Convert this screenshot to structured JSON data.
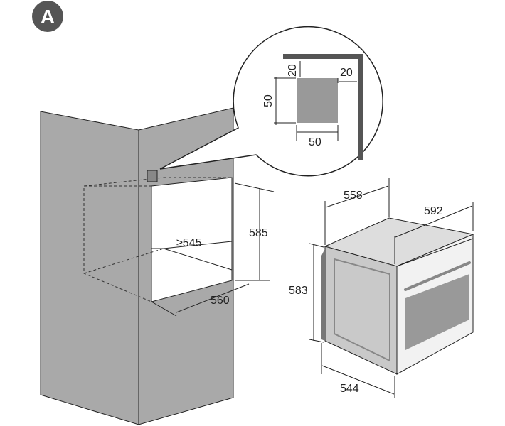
{
  "badge": {
    "label": "A",
    "color": "#555555"
  },
  "cabinet": {
    "height_label": "585",
    "width_label": "560",
    "depth_label": "≥545"
  },
  "detail": {
    "top_gap": "20",
    "side_gap": "20",
    "vent_height": "50",
    "vent_width": "50"
  },
  "oven": {
    "depth_label": "558",
    "width_label": "592",
    "height_label": "583",
    "body_depth_label": "544"
  },
  "colors": {
    "panel": "#a9a9a9",
    "line": "#222222"
  }
}
